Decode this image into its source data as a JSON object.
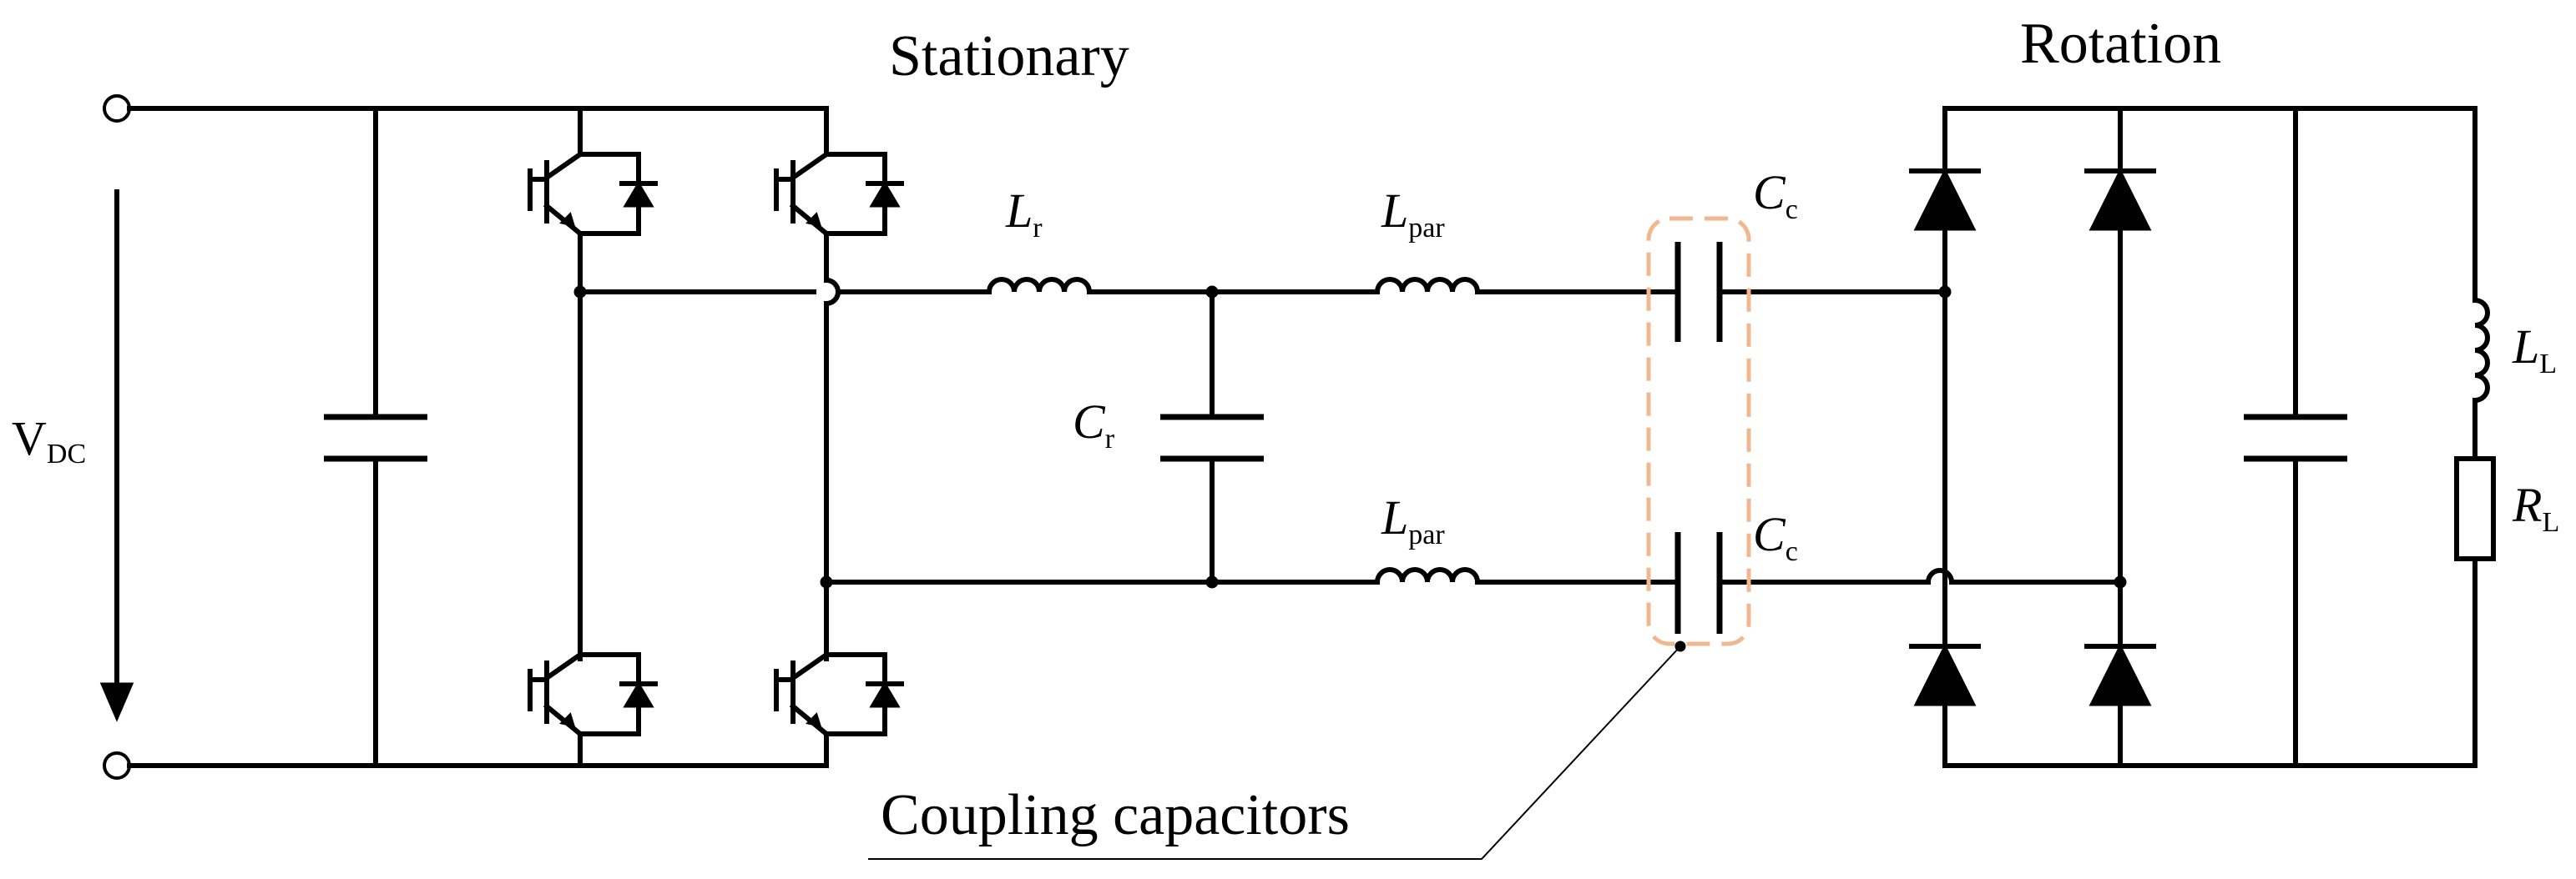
{
  "labels": {
    "stationary": "Stationary",
    "rotation": "Rotation",
    "coupling": "Coupling capacitors"
  },
  "components": {
    "vdc": {
      "main": "V",
      "sub": "DC"
    },
    "lr": {
      "main": "L",
      "sub": "r"
    },
    "cr": {
      "main": "C",
      "sub": "r"
    },
    "lpar_top": {
      "main": "L",
      "sub": "par"
    },
    "lpar_bottom": {
      "main": "L",
      "sub": "par"
    },
    "cc_top": {
      "main": "C",
      "sub": "c"
    },
    "cc_bottom": {
      "main": "C",
      "sub": "c"
    },
    "ll": {
      "main": "L",
      "sub": "L"
    },
    "rl": {
      "main": "R",
      "sub": "L"
    }
  },
  "colors": {
    "wire": "#000000",
    "coupling_highlight": "#f0b890",
    "background": "#ffffff"
  }
}
